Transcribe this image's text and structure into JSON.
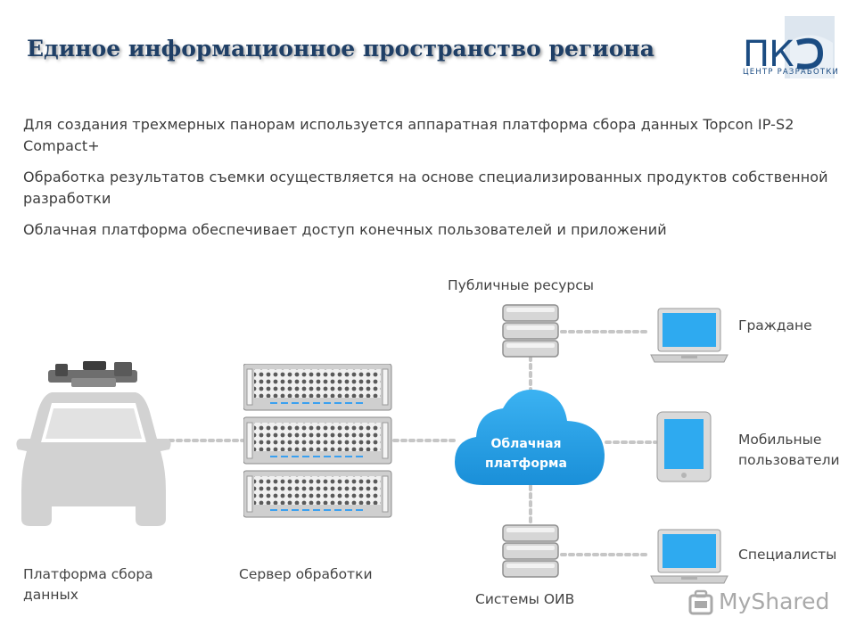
{
  "title": "Единое информационное пространство региона",
  "logo": {
    "main": "ПК",
    "sub": "ЦЕНТР РАЗРАБОТКИ"
  },
  "paragraphs": [
    "Для создания трехмерных панорам используется аппаратная платформа сбора данных Topcon IP-S2 Compact+",
    "Обработка результатов съемки осуществляется на основе специализированных продуктов собственной разработки",
    "Облачная платформа обеспечивает доступ конечных пользователей и приложений"
  ],
  "diagram": {
    "public_resources": "Публичные ресурсы",
    "cloud_line1": "Облачная",
    "cloud_line2": "платформа",
    "oiv_systems": "Системы ОИВ",
    "platform_line1": "Платформа сбора",
    "platform_line2": "данных",
    "server_label": "Сервер обработки",
    "citizens": "Граждане",
    "mobile_line1": "Мобильные",
    "mobile_line2": "пользователи",
    "specialists": "Специалисты"
  },
  "watermark": "MyShared",
  "colors": {
    "title": "#1f3f66",
    "cloud": "#1d9ae0",
    "screen": "#2eaaf0",
    "car": "#d2d2d2",
    "connector": "#c4c4c4"
  }
}
